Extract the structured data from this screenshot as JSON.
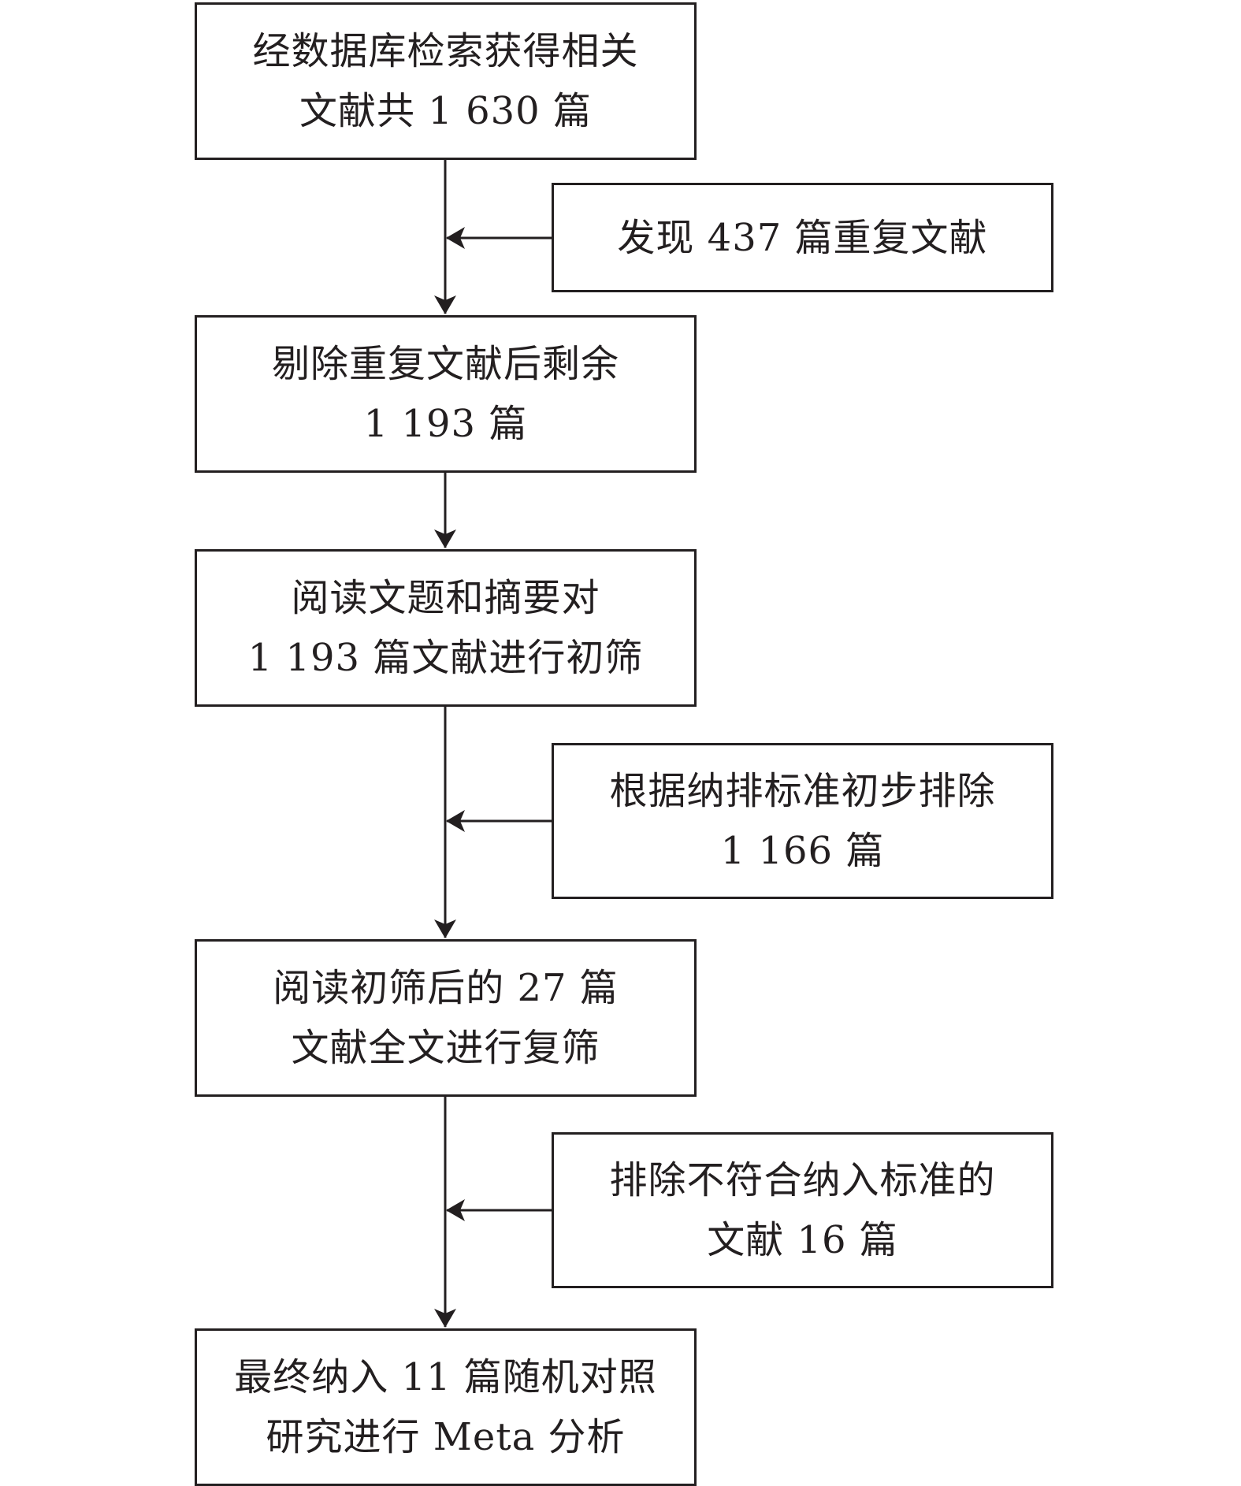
{
  "flow": {
    "steps": [
      {
        "lines": [
          "经数据库检索获得相关",
          "文献共 1 630 篇"
        ]
      },
      {
        "lines": [
          "剔除重复文献后剩余",
          "1 193 篇"
        ]
      },
      {
        "lines": [
          "阅读文题和摘要对",
          "1 193 篇文献进行初筛"
        ]
      },
      {
        "lines": [
          "阅读初筛后的 27 篇",
          "文献全文进行复筛"
        ]
      },
      {
        "lines": [
          "最终纳入 11 篇随机对照",
          "研究进行 Meta 分析"
        ]
      }
    ],
    "exclusions": [
      {
        "lines": [
          "发现 437 篇重复文献"
        ]
      },
      {
        "lines": [
          "根据纳排标准初步排除",
          "1 166 篇"
        ]
      },
      {
        "lines": [
          "排除不符合纳入标准的",
          "文献 16 篇"
        ]
      }
    ]
  }
}
